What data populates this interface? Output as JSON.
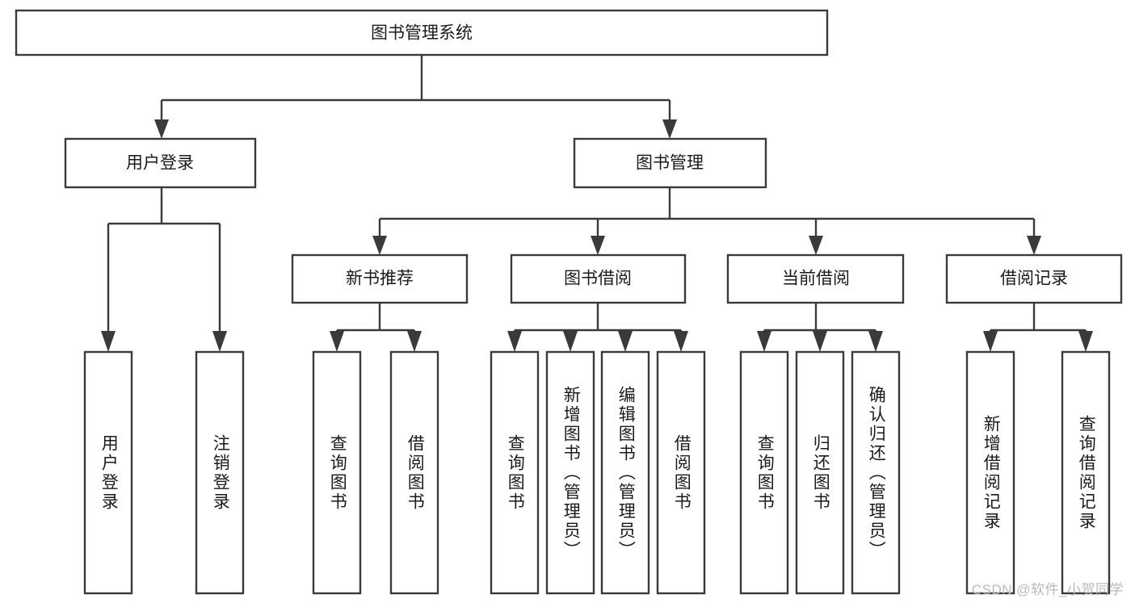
{
  "diagram": {
    "title": "图书管理系统",
    "type": "tree-hierarchy",
    "watermark": "CSDN @软件_小贺同学",
    "root": {
      "id": "root",
      "label": "图书管理系统",
      "orientation": "horizontal"
    },
    "level2": [
      {
        "id": "user-login",
        "label": "用户登录",
        "orientation": "horizontal"
      },
      {
        "id": "book-manage",
        "label": "图书管理",
        "orientation": "horizontal"
      }
    ],
    "level3": [
      {
        "id": "new-book-recommend",
        "label": "新书推荐",
        "orientation": "horizontal",
        "parent": "book-manage"
      },
      {
        "id": "book-borrow",
        "label": "图书借阅",
        "orientation": "horizontal",
        "parent": "book-manage"
      },
      {
        "id": "current-borrow",
        "label": "当前借阅",
        "orientation": "horizontal",
        "parent": "book-manage"
      },
      {
        "id": "borrow-record",
        "label": "借阅记录",
        "orientation": "horizontal",
        "parent": "book-manage"
      }
    ],
    "leaves": [
      {
        "id": "leaf-user-login",
        "label": "用户登录",
        "orientation": "vertical",
        "parent": "user-login"
      },
      {
        "id": "leaf-logout-login",
        "label": "注销登录",
        "orientation": "vertical",
        "parent": "user-login"
      },
      {
        "id": "leaf-query-book-1",
        "label": "查询图书",
        "orientation": "vertical",
        "parent": "new-book-recommend"
      },
      {
        "id": "leaf-borrow-book-1",
        "label": "借阅图书",
        "orientation": "vertical",
        "parent": "new-book-recommend"
      },
      {
        "id": "leaf-query-book-2",
        "label": "查询图书",
        "orientation": "vertical",
        "parent": "book-borrow"
      },
      {
        "id": "leaf-add-book",
        "label": "新增图书（管理员）",
        "orientation": "vertical",
        "parent": "book-borrow"
      },
      {
        "id": "leaf-edit-book",
        "label": "编辑图书（管理员）",
        "orientation": "vertical",
        "parent": "book-borrow"
      },
      {
        "id": "leaf-borrow-book-2",
        "label": "借阅图书",
        "orientation": "vertical",
        "parent": "book-borrow"
      },
      {
        "id": "leaf-query-book-3",
        "label": "查询图书",
        "orientation": "vertical",
        "parent": "current-borrow"
      },
      {
        "id": "leaf-return-book",
        "label": "归还图书",
        "orientation": "vertical",
        "parent": "current-borrow"
      },
      {
        "id": "leaf-confirm-return",
        "label": "确认归还（管理员）",
        "orientation": "vertical",
        "parent": "current-borrow"
      },
      {
        "id": "leaf-add-borrow-record",
        "label": "新增借阅记录",
        "orientation": "vertical",
        "parent": "borrow-record"
      },
      {
        "id": "leaf-query-borrow-record",
        "label": "查询借阅记录",
        "orientation": "vertical",
        "parent": "borrow-record"
      }
    ],
    "colors": {
      "stroke": "#3a3a3a",
      "fill": "#ffffff",
      "text": "#1a1a1a",
      "watermark": "#b9b9b9",
      "background": "#ffffff"
    }
  }
}
